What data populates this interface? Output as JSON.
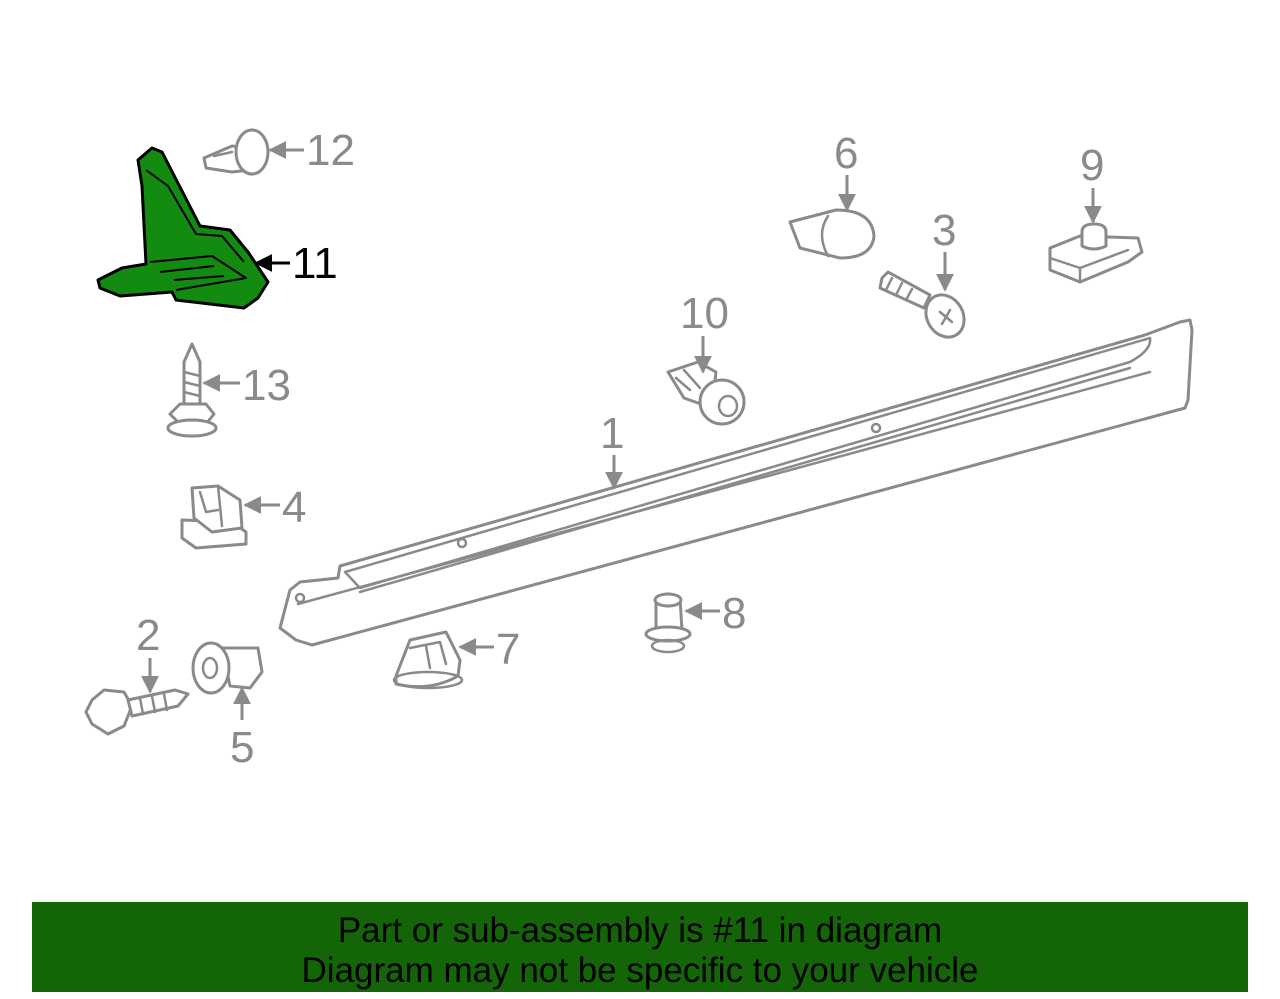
{
  "diagram": {
    "highlighted_part": "11",
    "colors": {
      "highlight": "#138a10",
      "line": "#8a8a8a",
      "banner": "#136508"
    },
    "callouts": [
      "1",
      "2",
      "3",
      "4",
      "5",
      "6",
      "7",
      "8",
      "9",
      "10",
      "11",
      "12",
      "13"
    ]
  },
  "banner": {
    "line1": "Part or sub-assembly is #11 in diagram",
    "line2": "Diagram may not be specific to your vehicle"
  }
}
